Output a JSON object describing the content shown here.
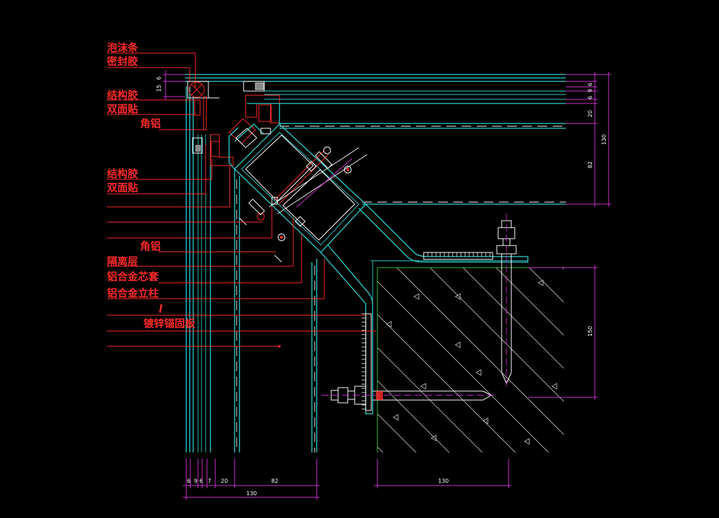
{
  "drawing": {
    "labels": {
      "foam_strip": "泡沫条",
      "sealant": "密封胶",
      "structural_glue_1": "结构胶",
      "double_tape_1": "双面贴",
      "corner_alu_1": "角铝",
      "structural_glue_2": "结构胶",
      "double_tape_2": "双面贴",
      "corner_alu_2": "角铝",
      "isolation_layer": "隔离层",
      "alu_core_sleeve": "铝合金芯套",
      "alu_mullion": "铝合金立柱",
      "marker_l": "l",
      "galv_anchor_plate": "镀锌锚固板"
    },
    "dimensions": {
      "top_15": "15",
      "top_6": "6",
      "right_6a": "6",
      "right_9": "9",
      "right_6b": "6",
      "right_20": "20",
      "right_82": "82",
      "right_130": "130",
      "right_150": "150",
      "bottom_6": "6",
      "bottom_9": "9",
      "bottom_6b": "6",
      "bottom_7": "7",
      "bottom_20": "20",
      "bottom_82": "82",
      "bottom_130": "130",
      "bottom_130b": "130"
    },
    "colors": {
      "background": "#000000",
      "frame": "#2fd3d3",
      "leader": "#ff2a2a",
      "dimension": "#d12fd1",
      "concrete": "#22c322",
      "steel": "#ffffff"
    }
  }
}
